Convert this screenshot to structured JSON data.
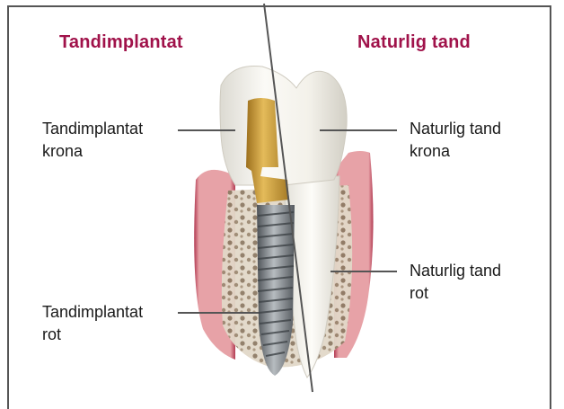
{
  "left_heading": "Tandimplantat",
  "right_heading": "Naturlig tand",
  "labels": {
    "implant_crown": {
      "line1": "Tandimplantat",
      "line2": "krona"
    },
    "implant_root": {
      "line1": "Tandimplantat",
      "line2": "rot"
    },
    "tooth_crown": {
      "line1": "Naturlig tand",
      "line2": "krona"
    },
    "tooth_root": {
      "line1": "Naturlig tand",
      "line2": "rot"
    }
  },
  "colors": {
    "heading": "#a0124a",
    "gum": "#c9566a",
    "gum_light": "#e9a7aa",
    "bone": "#d9cdbd",
    "enamel": "#f4f2ec",
    "abutment_gold": "#c89a3a",
    "implant_steel": "#7f858a"
  }
}
